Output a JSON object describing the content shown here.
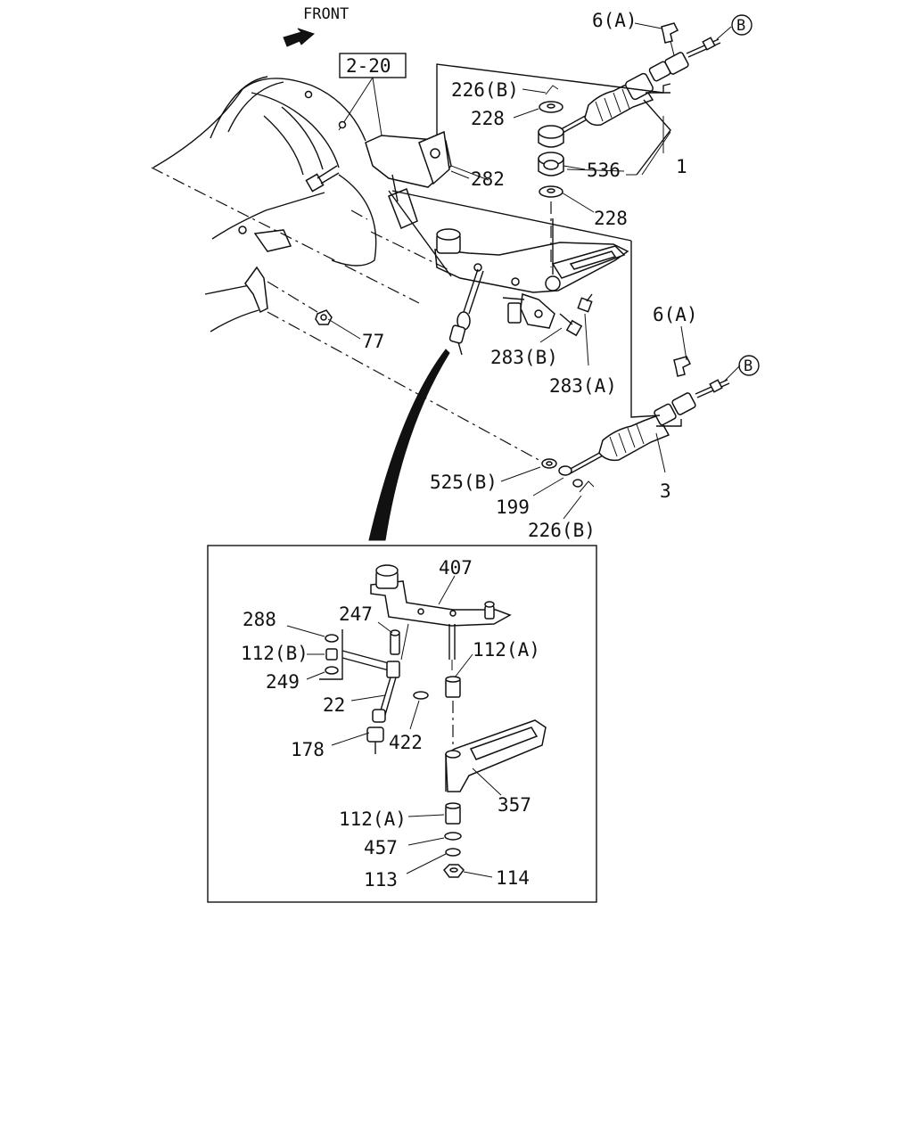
{
  "header": {
    "front_label": "FRONT",
    "ref_box": "2-20"
  },
  "callouts": {
    "c_6a_top": "6(A)",
    "c_b_top": "B",
    "c_226b_top": "226(B)",
    "c_228_top": "228",
    "c_536": "536",
    "c_1": "1",
    "c_282": "282",
    "c_228_mid": "228",
    "c_77": "77",
    "c_283b": "283(B)",
    "c_283a": "283(A)",
    "c_6a_mid": "6(A)",
    "c_b_mid": "B",
    "c_3": "3",
    "c_525b": "525(B)",
    "c_199": "199",
    "c_226b_low": "226(B)"
  },
  "detail": {
    "c_407": "407",
    "c_288": "288",
    "c_247": "247",
    "c_112b": "112(B)",
    "c_112a_top": "112(A)",
    "c_249": "249",
    "c_22": "22",
    "c_178": "178",
    "c_422": "422",
    "c_357": "357",
    "c_112a_low": "112(A)",
    "c_457": "457",
    "c_113": "113",
    "c_114": "114"
  },
  "icons": {
    "front_arrow": "arrow-icon",
    "circle_b": "circle-letter-icon"
  }
}
